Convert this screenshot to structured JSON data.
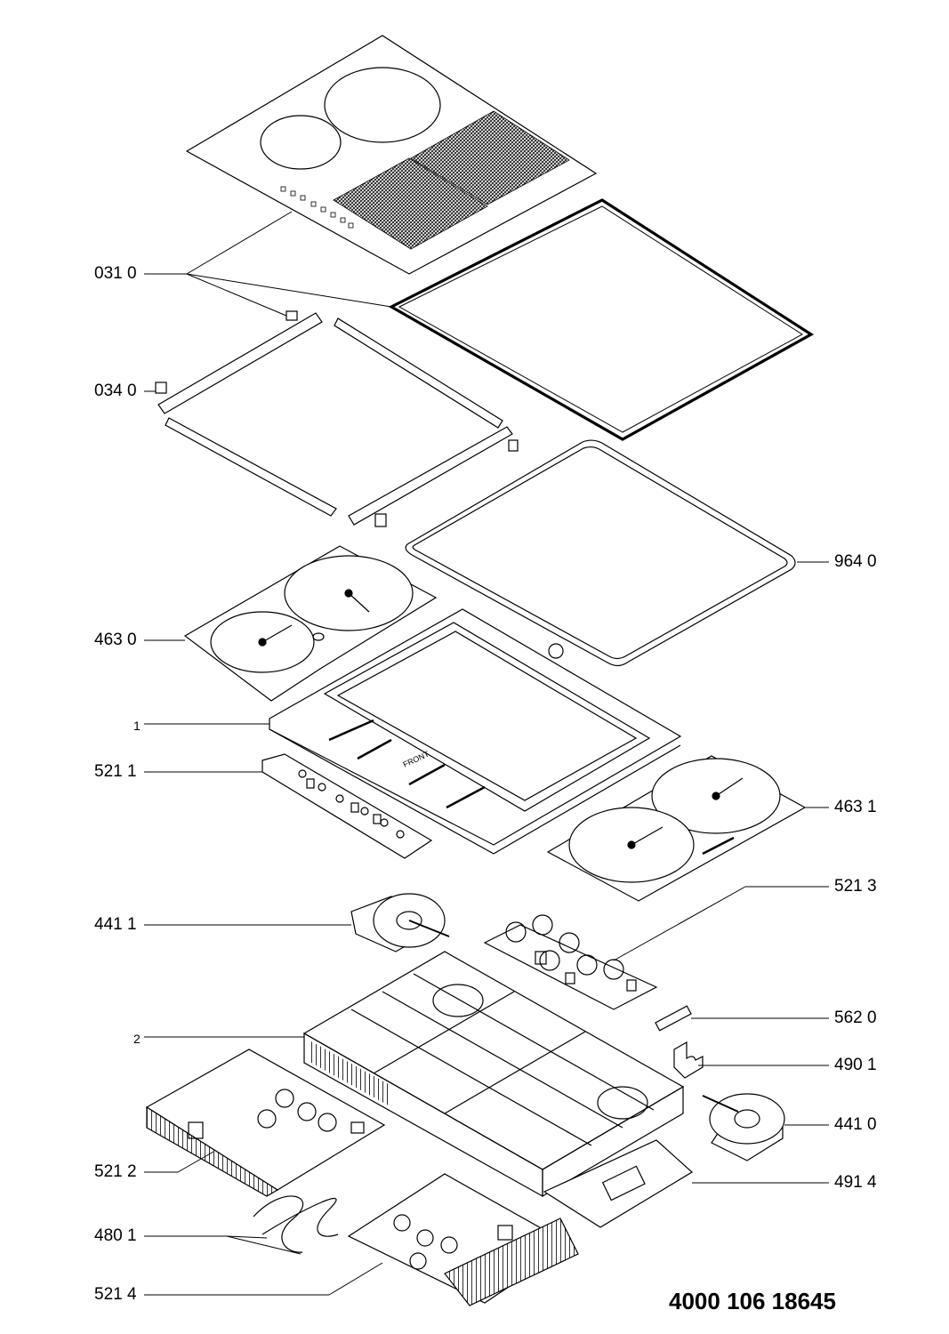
{
  "document_number": "4000 106 18645",
  "labels": {
    "l0310": "031 0",
    "l0340": "034 0",
    "l9640": "964 0",
    "l4630": "463 0",
    "l1": "1",
    "l5211": "521 1",
    "l4631": "463 1",
    "l5213": "521 3",
    "l4411": "441 1",
    "l5620": "562 0",
    "l2": "2",
    "l4901": "490 1",
    "l4410": "441 0",
    "l5212": "521 2",
    "l4914": "491 4",
    "l4801": "480 1",
    "l5214": "521 4"
  },
  "frame_text": "FRONT",
  "colors": {
    "line": "#000000",
    "hatch": "#333333",
    "background": "#ffffff"
  }
}
